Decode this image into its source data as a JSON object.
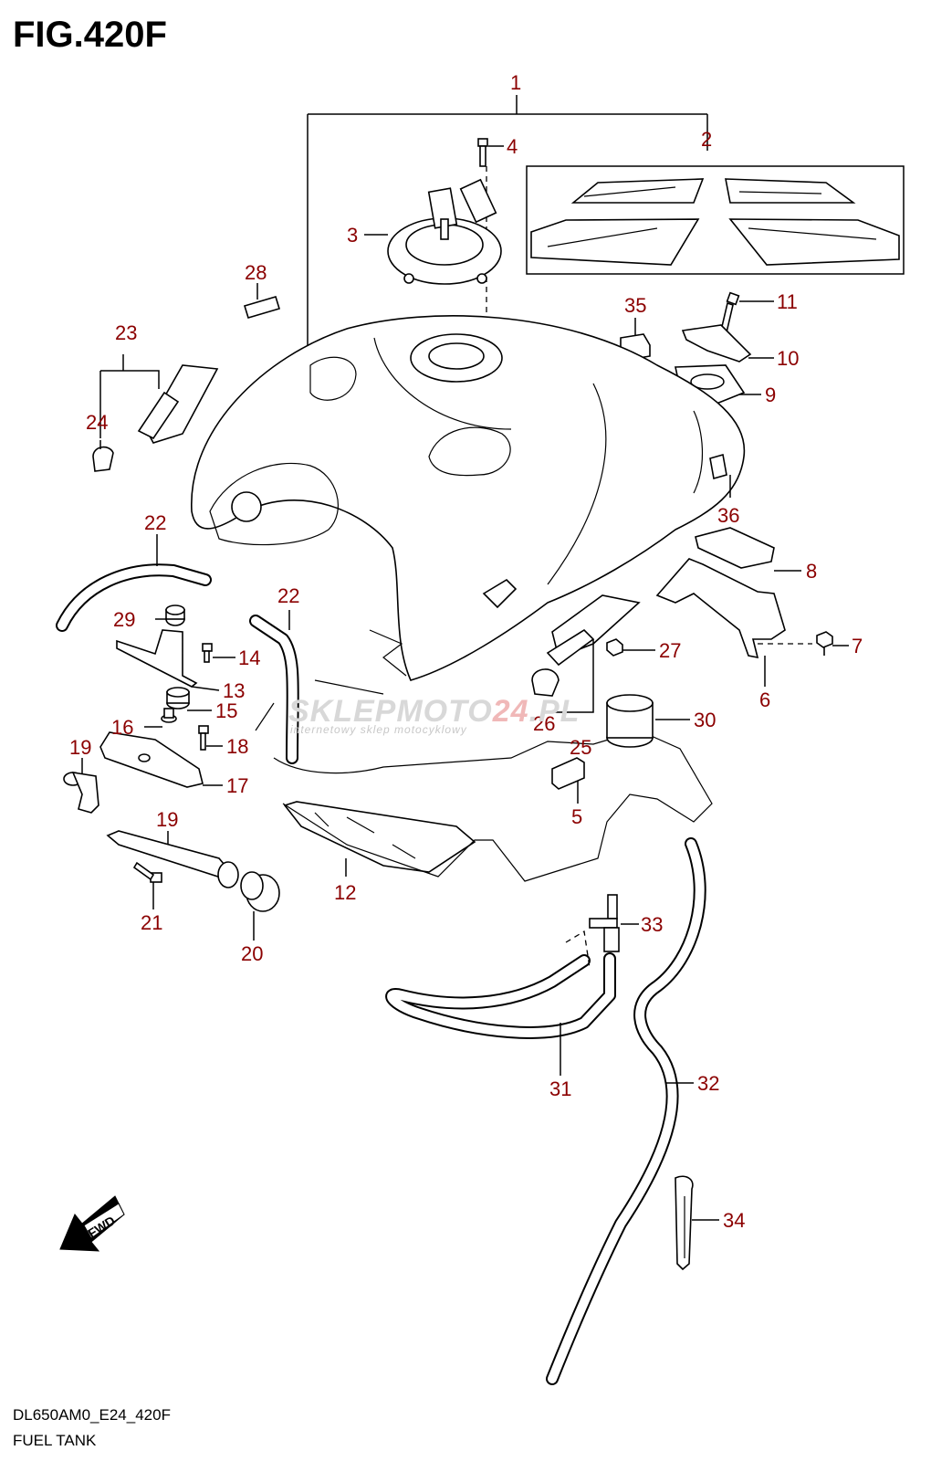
{
  "title": "FIG.420F",
  "footer": {
    "code": "DL650AM0_E24_420F",
    "name": "FUEL TANK"
  },
  "watermark": {
    "brand_gray": "SKLEPMOTO",
    "brand_red": "24",
    "brand_tail": ".PL",
    "tagline": "internetowy sklep motocyklowy"
  },
  "fwd_label": "FWD",
  "label_color": "#8b0000",
  "part_numbers": [
    "1",
    "2",
    "3",
    "4",
    "5",
    "6",
    "7",
    "8",
    "9",
    "10",
    "11",
    "12",
    "13",
    "14",
    "15",
    "16",
    "17",
    "18",
    "19",
    "19",
    "20",
    "21",
    "22",
    "22",
    "23",
    "24",
    "25",
    "26",
    "27",
    "28",
    "29",
    "30",
    "31",
    "32",
    "33",
    "34",
    "35",
    "36"
  ]
}
